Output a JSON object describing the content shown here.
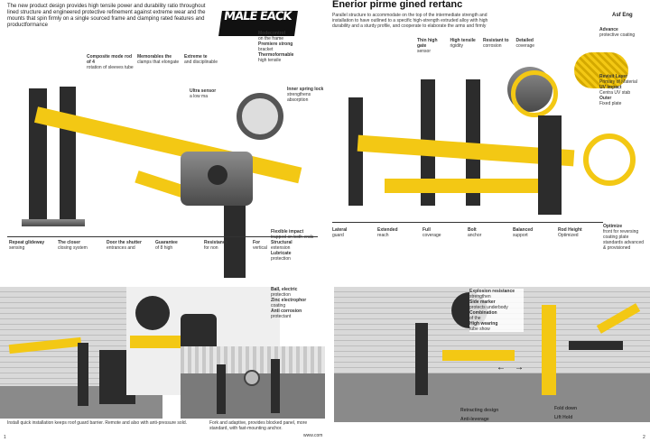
{
  "header": {
    "title": "Enerior pirme gined rertanc",
    "brand_logo_text": "MALE EACK",
    "top_right_text": "Asf Eng"
  },
  "intro": {
    "line1": "The new product design provides high tensile power and durability ratio throughout",
    "line2": "lined structure and engineered protective refinement against extreme wear and the",
    "line3": "mounts that spin firmly on a single sourced frame and clamping rated features and",
    "line4": "productformance"
  },
  "right_intro": {
    "line1": "Parallel structure to accommodate on the top of the intermediate strength and",
    "line2": "installation to have outlined to a specific high-strength extruded alloy with high",
    "line3": "durability and a sturdy profile, and cooperate to elaborate the arms and firmly"
  },
  "left_callouts": [
    {
      "label": "Composite mode rod of 4",
      "text": "rotation of sleeves tube"
    },
    {
      "label": "Memorables the",
      "text": "clamps that elongate"
    },
    {
      "label": "Extreme te",
      "text": "and disciplinable"
    },
    {
      "label": "Ultra sensor",
      "text": "a low ma"
    },
    {
      "label": "Inner spring lock",
      "text": "strengthens absorption"
    }
  ],
  "top_mid_callouts": [
    {
      "label": "Modecontrol",
      "text": "on the frame"
    },
    {
      "label": "Premiere strong",
      "text": "bracket"
    },
    {
      "label": "Thermoformable",
      "text": "high tensile"
    }
  ],
  "bottom_left_callouts": [
    {
      "label": "Repeat glideway",
      "text": "sensing"
    },
    {
      "label": "The closer",
      "text": "closing system"
    },
    {
      "label": "Door the shutter",
      "text": "entrances and"
    },
    {
      "label": "Guarantee",
      "text": "of 8 high"
    },
    {
      "label": "Resistance",
      "text": "for non"
    },
    {
      "label": "For",
      "text": "vertical"
    }
  ],
  "mid_callouts": [
    {
      "label": "Flexible impact",
      "text": "trapped on both ends"
    },
    {
      "label": "Structural",
      "text": "extension"
    },
    {
      "label": "Lubricate",
      "text": "protection"
    }
  ],
  "inset_callouts": [
    {
      "label": "Ball, electric",
      "text": "protection"
    },
    {
      "label": "Zinc electrophor",
      "text": "coating"
    },
    {
      "label": "Anti corrosion",
      "text": "protectant"
    }
  ],
  "right_top_callouts": [
    {
      "label": "Thin high gate",
      "text": "sensor"
    },
    {
      "label": "High tensile",
      "text": "rigidity"
    },
    {
      "label": "Resistant to",
      "text": "corrosion"
    },
    {
      "label": "Detailed",
      "text": "coverage"
    }
  ],
  "right_side_callouts": [
    {
      "label": "Advance",
      "text": "protective coating"
    },
    {
      "label": "Revisit Layer",
      "text": "Primary of Material"
    },
    {
      "label": "UV impact",
      "text": "Centra UV stab"
    },
    {
      "label": "Outer",
      "text": "Fixed plate"
    }
  ],
  "right_bottom_callouts": [
    {
      "label": "Lateral",
      "text": "guard"
    },
    {
      "label": "Extended",
      "text": "reach"
    },
    {
      "label": "Full",
      "text": "coverage"
    },
    {
      "label": "Bolt",
      "text": "anchor"
    },
    {
      "label": "Balanced",
      "text": "support"
    },
    {
      "label": "Rod Height",
      "text": "Optimized"
    }
  ],
  "right_mid_text": {
    "label": "Optimize",
    "lines": [
      "front for reversing",
      "coating plate",
      "standards advanced",
      "& provisioned"
    ]
  },
  "bottom_right_callouts": [
    {
      "label": "Explosion resistance",
      "text": "strengthen"
    },
    {
      "label": "Side marker",
      "text": "protects underbody"
    },
    {
      "label": "Combination",
      "text": "of the"
    },
    {
      "label": "High wearing",
      "text": "tube show"
    }
  ],
  "captions": {
    "left": "Install quick installation keeps roof guard barrier. Remote and also with anti-pressure sold.",
    "center": "Fork and adaptive, provides blocked panel, more standard, with fast-mounting anchor.",
    "right_a": "Retracting design",
    "right_b": "Fold down",
    "right_c": "Anti-leverage",
    "right_d": "Lift Hold"
  },
  "footer": {
    "url": "www.com",
    "page_left": "1",
    "page_right": "2"
  },
  "colors": {
    "accent_yellow": "#f3c814",
    "dark_metal": "#2c2c2c",
    "shutter_grey": "#d9d9d9"
  },
  "icons": [
    "logo-icon",
    "arrow-left-icon",
    "arrow-right-icon",
    "lock-icon"
  ]
}
